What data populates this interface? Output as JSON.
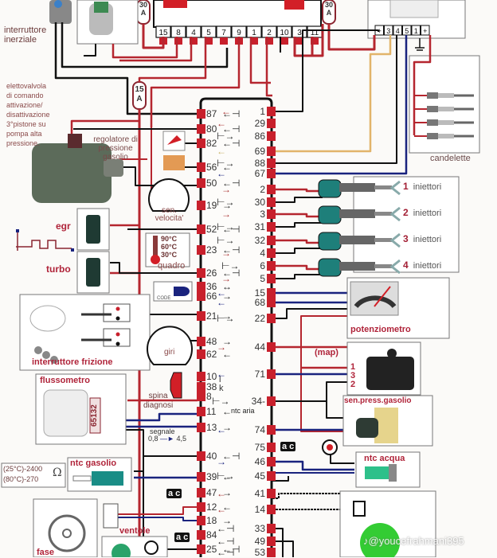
{
  "top_labels": {
    "interruttore_inerziale": [
      "interruttore",
      "inerziale"
    ],
    "fuse_30a_left": "30\nA",
    "fuse_30a_right": "30\nA",
    "fuse_15a": "15\nA"
  },
  "relay_terminals": [
    "15",
    "8",
    "4",
    "5",
    "7",
    "9",
    "1",
    "2",
    "10",
    "3",
    "11"
  ],
  "glow_relay_terminals": [
    "+",
    "3",
    "4",
    "5",
    "1",
    "+"
  ],
  "left_labels": {
    "elettovalvola": [
      "elettovalvola",
      "di comando",
      "attivazione/",
      "disattivazione",
      "3°pistone su",
      "pompa alta",
      "pressione."
    ],
    "regolatore": [
      "regolatore di",
      "pressione",
      "gasolio"
    ],
    "egr": "egr",
    "turbo": "turbo",
    "interruttore_frizione": "interruttore frizione",
    "flussometro": "flussometro",
    "flussometro_pins": "65132",
    "ntc_gasolio": "ntc gasolio",
    "ntc_gasolio_values": [
      "(25°C)-2400",
      "(80°C)-270"
    ],
    "ohm_symbol": "Ω",
    "fase": "fase",
    "ventole": "ventole"
  },
  "center_labels": {
    "sen_velocita": [
      "sen.",
      "velocita'"
    ],
    "quadro": "quadro",
    "temps": [
      "90°C",
      "60°C",
      "30°C"
    ],
    "code": "CODE",
    "giri": "giri",
    "spina_diagnosi": [
      "spina",
      "diagnosi"
    ],
    "k_line": [
      "l",
      "k"
    ],
    "ntc_aria": "ntc aria",
    "segnale": "segnale",
    "segnale_range": [
      "0,8",
      "4,5"
    ],
    "ac": "a c"
  },
  "ecu_left_pins": [
    {
      "pin": "87",
      "dir": "←⊣"
    },
    {
      "pin": "80",
      "dir": "←⊣"
    },
    {
      "pin": "82",
      "dir": "←⊣"
    },
    {
      "pin": "56",
      "dir": "←"
    },
    {
      "pin": "50",
      "dir": "←⊣"
    },
    {
      "pin": "19",
      "dir": "→"
    },
    {
      "pin": "52",
      "dir": "←⊣"
    },
    {
      "pin": "23",
      "dir": "←⊣"
    },
    {
      "pin": "26",
      "dir": "←⊣"
    },
    {
      "pin": "36",
      "dir": "↔"
    },
    {
      "pin": "66",
      "dir": "→"
    },
    {
      "pin": "21",
      "dir": "→"
    },
    {
      "pin": "48",
      "dir": "→"
    },
    {
      "pin": "62",
      "dir": "←"
    },
    {
      "pin": "10",
      "dir": ""
    },
    {
      "pin": "38",
      "dir": ""
    },
    {
      "pin": "8",
      "dir": ""
    },
    {
      "pin": "11",
      "dir": "←"
    },
    {
      "pin": "13",
      "dir": "→"
    },
    {
      "pin": "40",
      "dir": "←⊣"
    },
    {
      "pin": "39",
      "dir": "←"
    },
    {
      "pin": "47",
      "dir": "→"
    },
    {
      "pin": "12",
      "dir": "←"
    },
    {
      "pin": "18",
      "dir": "→"
    },
    {
      "pin": "84",
      "dir": ""
    },
    {
      "pin": "25",
      "dir": "←⊣"
    }
  ],
  "ecu_right_pins": [
    {
      "pin": "1",
      "dir": "←"
    },
    {
      "pin": "29",
      "dir": "←"
    },
    {
      "pin": "86",
      "dir": "⊢→"
    },
    {
      "pin": "69",
      "dir": "←"
    },
    {
      "pin": "88",
      "dir": "⊢→"
    },
    {
      "pin": "67",
      "dir": "←"
    },
    {
      "pin": "2",
      "dir": "→"
    },
    {
      "pin": "30",
      "dir": "⊢→"
    },
    {
      "pin": "3",
      "dir": "→"
    },
    {
      "pin": "31",
      "dir": "⊢→"
    },
    {
      "pin": "32",
      "dir": "⊢→"
    },
    {
      "pin": "4",
      "dir": "→"
    },
    {
      "pin": "6",
      "dir": "⊢→"
    },
    {
      "pin": "5",
      "dir": "→"
    },
    {
      "pin": "15",
      "dir": "←"
    },
    {
      "pin": "68",
      "dir": "←"
    },
    {
      "pin": "22",
      "dir": "⊢→"
    },
    {
      "pin": "44",
      "dir": "→"
    },
    {
      "pin": "71",
      "dir": "←"
    },
    {
      "pin": "34-",
      "dir": "⊢→"
    },
    {
      "pin": "74",
      "dir": "←"
    },
    {
      "pin": "75",
      "dir": ""
    },
    {
      "pin": "46",
      "dir": "→"
    },
    {
      "pin": "45",
      "dir": "⊢→"
    },
    {
      "pin": "41",
      "dir": "←"
    },
    {
      "pin": "14",
      "dir": "←"
    },
    {
      "pin": "33",
      "dir": "←⊣"
    },
    {
      "pin": "49",
      "dir": "←⊣"
    },
    {
      "pin": "53",
      "dir": "←⊣"
    }
  ],
  "right_labels": {
    "candelette": "candelette",
    "injectors": [
      {
        "num": "1",
        "label": "iniettori"
      },
      {
        "num": "2",
        "label": "iniettori"
      },
      {
        "num": "3",
        "label": "iniettori"
      },
      {
        "num": "4",
        "label": "iniettori"
      }
    ],
    "potenziometro": "potenziometro",
    "map": "(map)",
    "map_pins": [
      "1",
      "3",
      "2"
    ],
    "sen_press_gasolio": "sen.press.gasolio",
    "ntc_acqua": "ntc acqua"
  },
  "watermark": "♪@youcefrahmani395",
  "colors": {
    "wire_red": "#b5262f",
    "wire_black": "#111111",
    "wire_blue": "#1a237e",
    "wire_tan": "#e2b46a",
    "pin_red": "#c8202c",
    "label_red": "#b0243a"
  }
}
